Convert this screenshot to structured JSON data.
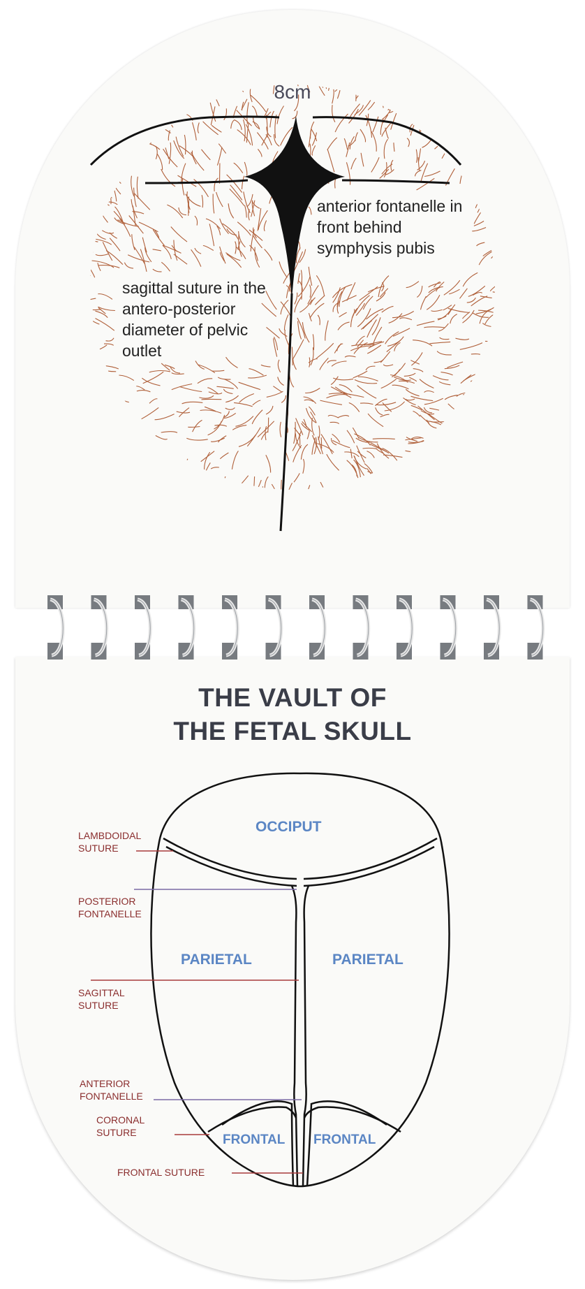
{
  "colors": {
    "hair": "#b0603a",
    "suture": "#111111",
    "bone_label": "#5b86c4",
    "side_label": "#8a2d2d",
    "leader_red": "#a83a3a",
    "leader_purple": "#7a6aa6",
    "coil": "#777b80"
  },
  "top_page": {
    "measurement": "8cm",
    "caption_sagittal": "sagittal suture in the antero-posterior diameter of pelvic outlet",
    "caption_anterior": "anterior fontanelle in front behind symphysis pubis"
  },
  "bottom_page": {
    "title_line1": "THE VAULT OF",
    "title_line2": "THE FETAL SKULL",
    "bones": {
      "occiput": "OCCIPUT",
      "parietal_left": "PARIETAL",
      "parietal_right": "PARIETAL",
      "frontal_left": "FRONTAL",
      "frontal_right": "FRONTAL"
    },
    "labels": {
      "lambdoidal_1": "LAMBDOIDAL",
      "lambdoidal_2": "SUTURE",
      "posterior_1": "POSTERIOR",
      "posterior_2": "FONTANELLE",
      "sagittal_1": "SAGITTAL",
      "sagittal_2": "SUTURE",
      "anterior_1": "ANTERIOR",
      "anterior_2": "FONTANELLE",
      "coronal_1": "CORONAL",
      "coronal_2": "SUTURE",
      "frontal_suture": "FRONTAL SUTURE"
    }
  }
}
